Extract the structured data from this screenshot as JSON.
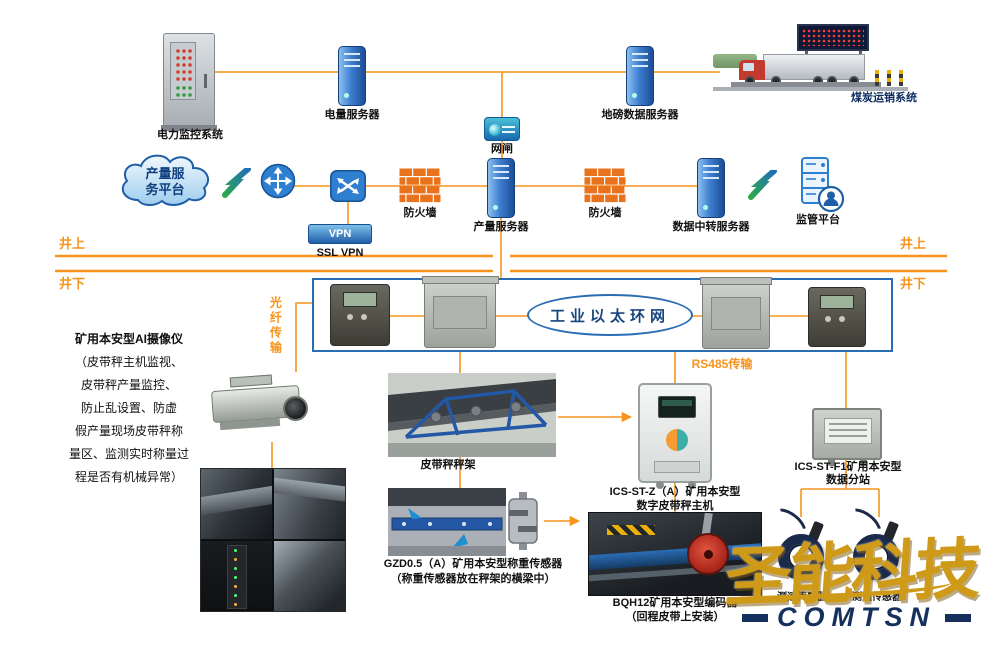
{
  "colors": {
    "connector": "#f7941d",
    "diagram_blue": "#2a6db5",
    "brand_gold": "#cf9a18",
    "brand_navy": "#16305e"
  },
  "top": {
    "power_monitor_label": "电力监控系统",
    "power_server_label": "电量服务器",
    "gateway_label": "网闸",
    "weighbridge_server_label": "地磅数据服务器",
    "coal_system_label": "煤炭运销系统"
  },
  "mid": {
    "cloud_line1": "产量服",
    "cloud_line2": "务平台",
    "firewall1_label": "防火墙",
    "production_server_label": "产量服务器",
    "firewall2_label": "防火墙",
    "relay_server_label": "数据中转服务器",
    "supervision_label": "监管平台",
    "vpn_device_label": "VPN",
    "vpn_label": "SSL VPN"
  },
  "divider": {
    "above_left": "井上",
    "below_left": "井下",
    "above_right": "井上",
    "below_right": "井下"
  },
  "ring": {
    "label": "工业以太环网"
  },
  "links": {
    "fiber": "光纤传输",
    "rs485": "RS485传输"
  },
  "camera": {
    "title": "矿用本安型AI摄像仪",
    "desc_lines": [
      "（皮带秤主机监视、",
      "皮带秤产量监控、",
      "防止乱设置、防虚",
      "假产量现场皮带秤称",
      "量区、监测实时称量过",
      "程是否有机械异常）"
    ]
  },
  "belt": {
    "frame_label": "皮带秤秤架"
  },
  "main_unit": {
    "line1": "ICS-ST-Z（A）矿用本安型",
    "line2": "数字皮带秤主机"
  },
  "substation": {
    "line1": "ICS-ST-F1矿用本安型",
    "line2": "数据分站"
  },
  "load_cell": {
    "line1": "GZD0.5（A）矿用本安型称重传感器",
    "line2": "（称重传感器放在秤架的横梁中）"
  },
  "encoder": {
    "line1": "BQH12矿用本安型编码器",
    "line2": "（回程皮带上安装）"
  },
  "sensors": {
    "left": "测速传感器",
    "right": "测速传感器"
  },
  "brand": {
    "cn": "圣能科技",
    "en": "COMTSN"
  }
}
